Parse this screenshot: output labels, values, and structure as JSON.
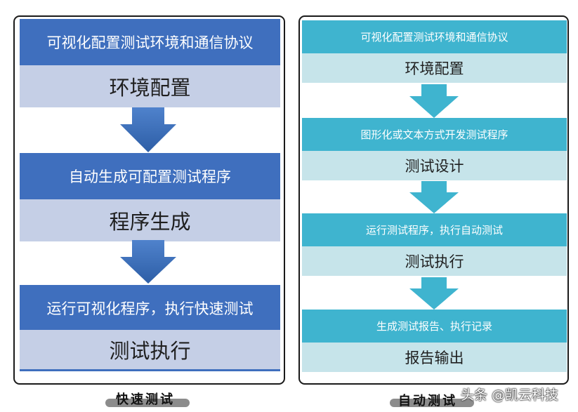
{
  "left_panel": {
    "caption": "快速测试",
    "steps": [
      {
        "header": "可视化配置测试环境和通信协议",
        "label": "环境配置"
      },
      {
        "header": "自动生成可配置测试程序",
        "label": "程序生成"
      },
      {
        "header": "运行可视化程序，执行快速测试",
        "label": "测试执行"
      }
    ]
  },
  "right_panel": {
    "caption": "自动测试",
    "steps": [
      {
        "header": "可视化配置测试环境和通信协议",
        "label": "环境配置"
      },
      {
        "header": "图形化或文本方式开发测试程序",
        "label": "测试设计"
      },
      {
        "header": "运行测试程序，执行自动测试",
        "label": "测试执行"
      },
      {
        "header": "生成测试报告、执行记录",
        "label": "报告输出"
      }
    ]
  },
  "watermark": "头条 @凯云科技",
  "colors": {
    "left_header": "#3f6fbe",
    "left_body": "#c5cfe6",
    "right_header": "#3fb4cf",
    "right_body": "#c6e4ea",
    "left_arrow": "#3c6fba",
    "right_arrow": "#3fb4cf"
  }
}
